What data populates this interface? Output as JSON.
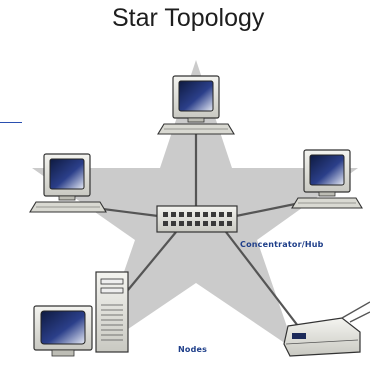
{
  "diagram": {
    "title": "Star Topology",
    "labels": {
      "hub": "Concentrator/Hub",
      "nodes": "Nodes"
    },
    "colors": {
      "star": "#c8c8c8",
      "cable": "#5a5a5a",
      "label": "#1f3f8a",
      "screen": "#1c2a5a"
    },
    "icons": [
      "desktop-computer-icon",
      "tower-computer-icon",
      "printer-icon",
      "hub-icon"
    ]
  }
}
